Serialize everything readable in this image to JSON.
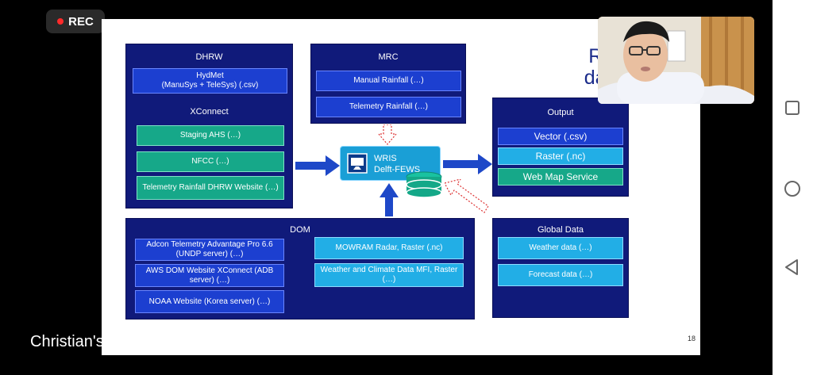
{
  "recording": {
    "label": "REC"
  },
  "participant": {
    "name": "Christian's"
  },
  "slide": {
    "title_line1": "Rain",
    "title_line2": "data f",
    "page_number": "18",
    "dhrw": {
      "title": "DHRW",
      "hydmet": "HydMet\n(ManuSys + TeleSys) (.csv)",
      "xconnect_title": "XConnect",
      "items": [
        "Staging AHS (…)",
        "NFCC (…)",
        "Telemetry Rainfall DHRW Website (…)"
      ]
    },
    "mrc": {
      "title": "MRC",
      "items": [
        "Manual Rainfall (…)",
        "Telemetry Rainfall (…)"
      ]
    },
    "wris": {
      "line1": "WRIS",
      "line2": "Delft-FEWS"
    },
    "output": {
      "title": "Output",
      "items": [
        "Vector (.csv)",
        "Raster (.nc)",
        "Web Map Service"
      ]
    },
    "dom": {
      "title": "DOM",
      "left_items": [
        "Adcon Telemetry Advantage Pro 6.6 (UNDP server) (…)",
        "AWS DOM Website XConnect (ADB server) (…)",
        "NOAA Website (Korea server) (…)"
      ],
      "right_items": [
        "MOWRAM Radar, Raster (.nc)",
        "Weather and Climate Data MFI, Raster (…)"
      ]
    },
    "global": {
      "title": "Global Data",
      "items": [
        "Weather data (…)",
        "Forecast data (…)"
      ]
    }
  },
  "colors": {
    "dark_blue": "#101a7a",
    "blue": "#1c3fd0",
    "green": "#16a889",
    "cyan": "#22aee6"
  },
  "nav": {
    "icons": [
      "recent-apps-icon",
      "home-icon",
      "back-icon"
    ]
  }
}
